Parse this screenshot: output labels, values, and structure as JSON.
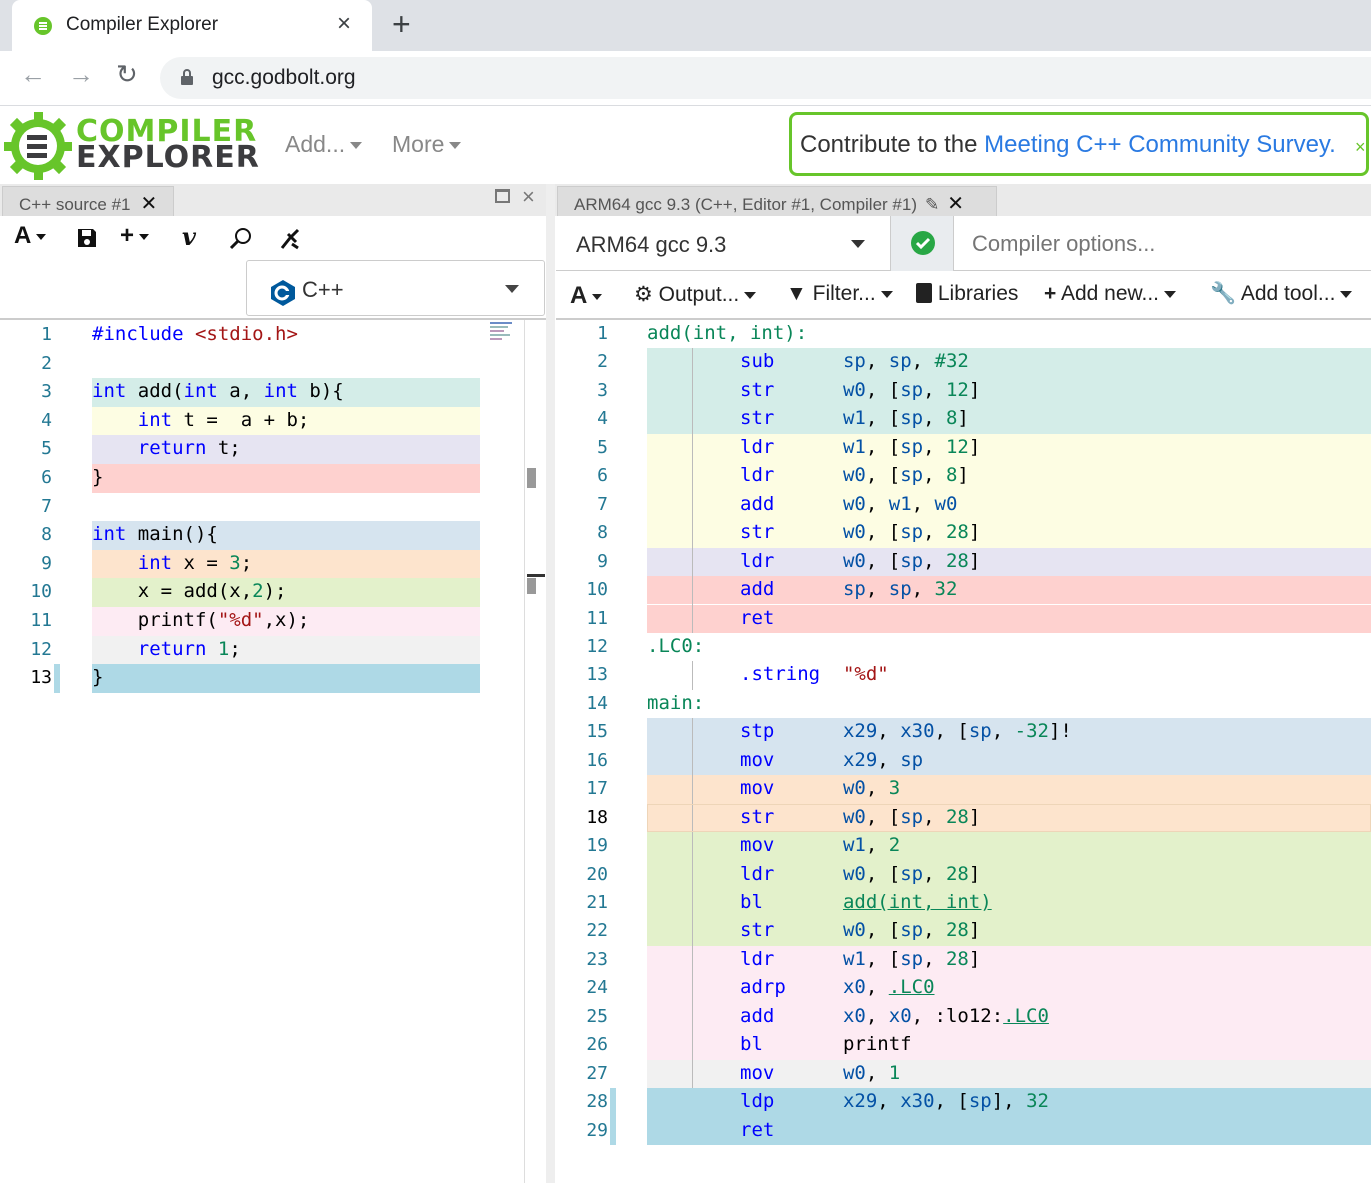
{
  "browser": {
    "tab_title": "Compiler Explorer",
    "url": "gcc.godbolt.org"
  },
  "header": {
    "logo_line1": "COMPILER",
    "logo_line2": "EXPLORER",
    "menu_add": "Add...",
    "menu_more": "More",
    "survey_prefix": "Contribute to the ",
    "survey_link": "Meeting C++ Community Survey.",
    "survey_close": "×"
  },
  "source_panel": {
    "tab_label": "C++ source #1",
    "language": "C++"
  },
  "asm_panel": {
    "tab_label": "ARM64 gcc 9.3 (C++, Editor #1, Compiler #1)",
    "compiler": "ARM64 gcc 9.3",
    "options_placeholder": "Compiler options...",
    "toolbar": {
      "output": "Output...",
      "filter": "Filter...",
      "libraries": "Libraries",
      "add_new": "Add new...",
      "add_tool": "Add tool..."
    }
  },
  "colors": {
    "accent": "#67c52a",
    "link": "#2a7ae2",
    "ok": "#28a745"
  },
  "source_lines": [
    {
      "n": "1",
      "text": "#include <stdio.h>",
      "bg": ""
    },
    {
      "n": "2",
      "text": "",
      "bg": ""
    },
    {
      "n": "3",
      "text": "int add(int a, int b){",
      "bg": "#d4ede8"
    },
    {
      "n": "4",
      "text": "    int t =  a + b;",
      "bg": "#fdfde3"
    },
    {
      "n": "5",
      "text": "    return t;",
      "bg": "#e6e4f2"
    },
    {
      "n": "6",
      "text": "}",
      "bg": "#fed1cf"
    },
    {
      "n": "7",
      "text": "",
      "bg": ""
    },
    {
      "n": "8",
      "text": "int main(){",
      "bg": "#d6e4ef"
    },
    {
      "n": "9",
      "text": "    int x = 3;",
      "bg": "#fde4cd"
    },
    {
      "n": "10",
      "text": "    x = add(x,2);",
      "bg": "#e3f1cb"
    },
    {
      "n": "11",
      "text": "    printf(\"%d\",x);",
      "bg": "#fdebf3"
    },
    {
      "n": "12",
      "text": "    return 1;",
      "bg": "#f1f1f1"
    },
    {
      "n": "13",
      "text": "}",
      "bg": "#aed9e6"
    }
  ],
  "asm_lines": [
    {
      "n": "1",
      "label": "add(int, int):",
      "op": "",
      "args": "",
      "bg": ""
    },
    {
      "n": "2",
      "label": "",
      "op": "sub",
      "args": "sp, sp, #32",
      "bg": "#d4ede8"
    },
    {
      "n": "3",
      "label": "",
      "op": "str",
      "args": "w0, [sp, 12]",
      "bg": "#d4ede8"
    },
    {
      "n": "4",
      "label": "",
      "op": "str",
      "args": "w1, [sp, 8]",
      "bg": "#d4ede8"
    },
    {
      "n": "5",
      "label": "",
      "op": "ldr",
      "args": "w1, [sp, 12]",
      "bg": "#fdfde3"
    },
    {
      "n": "6",
      "label": "",
      "op": "ldr",
      "args": "w0, [sp, 8]",
      "bg": "#fdfde3"
    },
    {
      "n": "7",
      "label": "",
      "op": "add",
      "args": "w0, w1, w0",
      "bg": "#fdfde3"
    },
    {
      "n": "8",
      "label": "",
      "op": "str",
      "args": "w0, [sp, 28]",
      "bg": "#fdfde3"
    },
    {
      "n": "9",
      "label": "",
      "op": "ldr",
      "args": "w0, [sp, 28]",
      "bg": "#e6e4f2"
    },
    {
      "n": "10",
      "label": "",
      "op": "add",
      "args": "sp, sp, 32",
      "bg": "#fed1cf"
    },
    {
      "n": "11",
      "label": "",
      "op": "ret",
      "args": "",
      "bg": "#fed1cf"
    },
    {
      "n": "12",
      "label": ".LC0:",
      "op": "",
      "args": "",
      "bg": ""
    },
    {
      "n": "13",
      "label": "",
      "op": ".string",
      "args": "\"%d\"",
      "bg": ""
    },
    {
      "n": "14",
      "label": "main:",
      "op": "",
      "args": "",
      "bg": ""
    },
    {
      "n": "15",
      "label": "",
      "op": "stp",
      "args": "x29, x30, [sp, -32]!",
      "bg": "#d6e4ef"
    },
    {
      "n": "16",
      "label": "",
      "op": "mov",
      "args": "x29, sp",
      "bg": "#d6e4ef"
    },
    {
      "n": "17",
      "label": "",
      "op": "mov",
      "args": "w0, 3",
      "bg": "#fde4cd"
    },
    {
      "n": "18",
      "label": "",
      "op": "str",
      "args": "w0, [sp, 28]",
      "bg": "#fde4cd"
    },
    {
      "n": "19",
      "label": "",
      "op": "mov",
      "args": "w1, 2",
      "bg": "#e3f1cb"
    },
    {
      "n": "20",
      "label": "",
      "op": "ldr",
      "args": "w0, [sp, 28]",
      "bg": "#e3f1cb"
    },
    {
      "n": "21",
      "label": "",
      "op": "bl",
      "args": "add(int, int)",
      "bg": "#e3f1cb"
    },
    {
      "n": "22",
      "label": "",
      "op": "str",
      "args": "w0, [sp, 28]",
      "bg": "#e3f1cb"
    },
    {
      "n": "23",
      "label": "",
      "op": "ldr",
      "args": "w1, [sp, 28]",
      "bg": "#fdebf3"
    },
    {
      "n": "24",
      "label": "",
      "op": "adrp",
      "args": "x0, .LC0",
      "bg": "#fdebf3"
    },
    {
      "n": "25",
      "label": "",
      "op": "add",
      "args": "x0, x0, :lo12:.LC0",
      "bg": "#fdebf3"
    },
    {
      "n": "26",
      "label": "",
      "op": "bl",
      "args": "printf",
      "bg": "#fdebf3"
    },
    {
      "n": "27",
      "label": "",
      "op": "mov",
      "args": "w0, 1",
      "bg": "#f1f1f1"
    },
    {
      "n": "28",
      "label": "",
      "op": "ldp",
      "args": "x29, x30, [sp], 32",
      "bg": "#aed9e6"
    },
    {
      "n": "29",
      "label": "",
      "op": "ret",
      "args": "",
      "bg": "#aed9e6"
    }
  ]
}
